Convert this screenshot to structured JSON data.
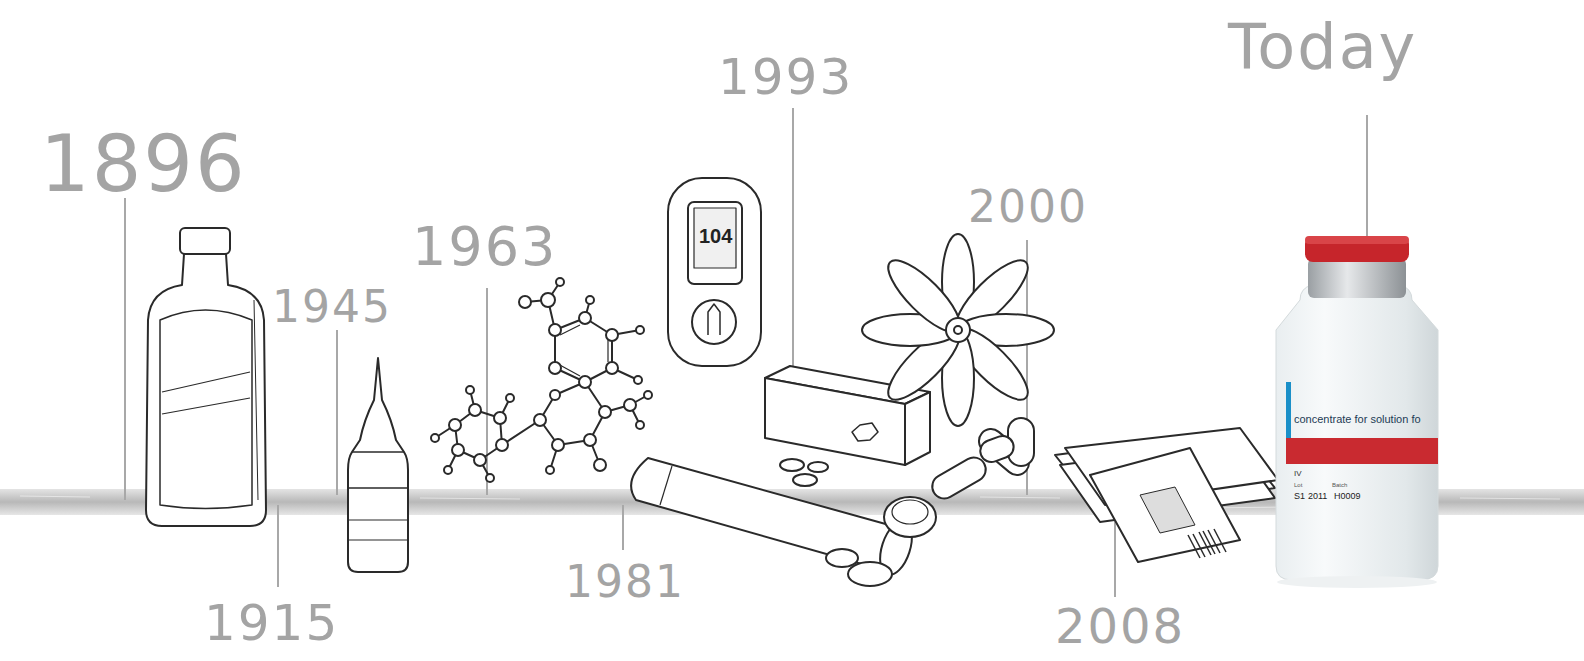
{
  "diagram": {
    "labels": [
      "1896",
      "1945",
      "1963",
      "1993",
      "2000",
      "Today",
      "1915",
      "1981",
      "2008",
      "104",
      "concentrate for solution fo",
      "IV",
      "Lot",
      "Batch",
      "S1",
      "2011",
      "H0009"
    ]
  }
}
